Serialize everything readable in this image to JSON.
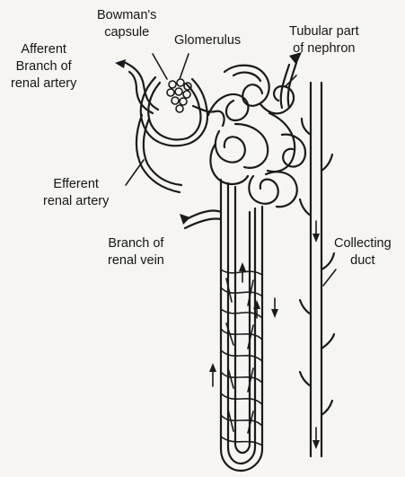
{
  "labels": {
    "bowmans_capsule": [
      "Bowman's",
      "capsule"
    ],
    "glomerulus": "Glomerulus",
    "tubular_part": [
      "Tubular part",
      "of nephron"
    ],
    "afferent": [
      "Afferent",
      "Branch of",
      "renal artery"
    ],
    "efferent": [
      "Efferent",
      "renal artery"
    ],
    "renal_vein": [
      "Branch of",
      "renal vein"
    ],
    "collecting_duct": [
      "Collecting",
      "duct"
    ]
  },
  "colors": {
    "ink": "#1b1b1b",
    "paper": "#f6f5f2"
  }
}
